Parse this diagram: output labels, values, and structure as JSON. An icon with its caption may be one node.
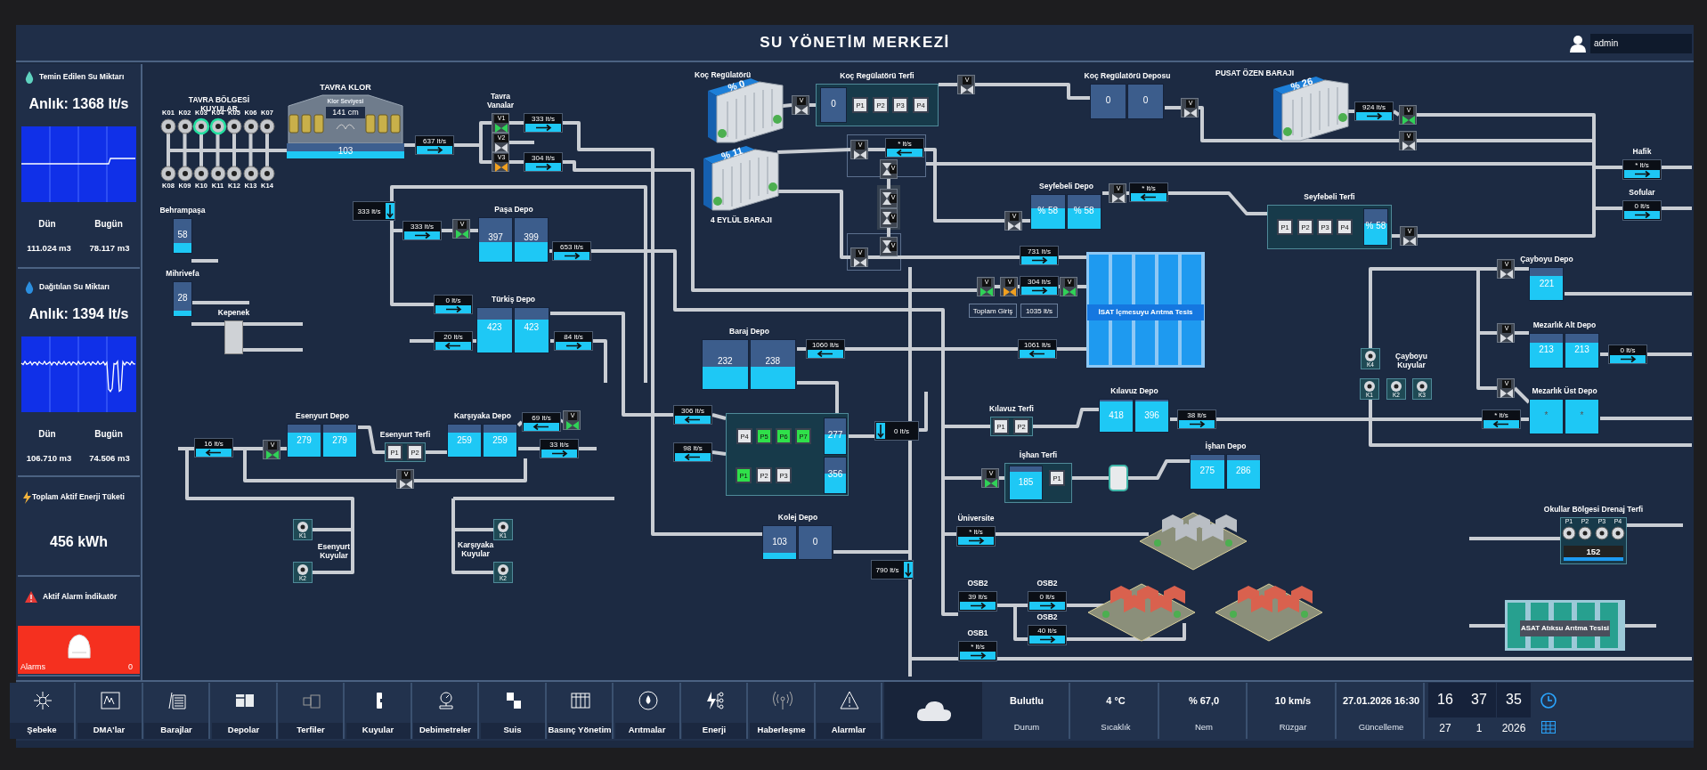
{
  "diagram": {
    "title": "SU YÖNETİM MERKEZİ",
    "nodes": [
      {
        "text": [
          "Temin Edilen Su Miktarı",
          "Anlık: 1368 lt/s",
          "Dün",
          "Bugün",
          "111.024 m3",
          "78.117 m3"
        ]
      },
      {
        "text": [
          "Dağıtılan Su Miktarı",
          "Anlık: 1394 lt/s",
          "Dün",
          "Bugün",
          "106.710 m3",
          "74.506 m3"
        ]
      },
      {
        "text": [
          "Toplam Aktif Enerji Tüketi",
          "456 kWh"
        ]
      },
      {
        "text": [
          "Aktif Alarm İndikatör"
        ]
      },
      {
        "text": [
          "Alarms",
          "0"
        ],
        "in": 3
      },
      {
        "text": [
          "admin"
        ]
      },
      {
        "text": [
          "Şebeke"
        ]
      },
      {
        "text": [
          "DMA'lar"
        ]
      },
      {
        "text": [
          "Barajlar"
        ]
      },
      {
        "text": [
          "Depolar"
        ]
      },
      {
        "text": [
          "Terfiler"
        ]
      },
      {
        "text": [
          "Kuyular"
        ]
      },
      {
        "text": [
          "Debimetreler"
        ]
      },
      {
        "text": [
          "Suis"
        ]
      },
      {
        "text": [
          "Basınç Yönetim"
        ]
      },
      {
        "text": [
          "Arıtmalar"
        ]
      },
      {
        "text": [
          "Enerji"
        ]
      },
      {
        "text": [
          "Haberleşme"
        ]
      },
      {
        "text": [
          "Alarmlar"
        ]
      },
      {
        "text": [
          "Bulutlu",
          "Durum"
        ]
      },
      {
        "text": [
          "4 °C",
          "Sıcaklık"
        ]
      },
      {
        "text": [
          "% 67,0",
          "Nem"
        ]
      },
      {
        "text": [
          "10 km/s",
          "Rüzgar"
        ]
      },
      {
        "text": [
          "27.01.2026 16:30",
          "Güncelleme"
        ]
      },
      {
        "text": [
          "16"
        ]
      },
      {
        "text": [
          "37"
        ]
      },
      {
        "text": [
          "35"
        ]
      },
      {
        "text": [
          "27"
        ]
      },
      {
        "text": [
          "1"
        ]
      },
      {
        "text": [
          "2026"
        ]
      },
      {
        "text": [
          "K01"
        ]
      },
      {
        "text": [
          "K02"
        ]
      },
      {
        "text": [
          "K03"
        ]
      },
      {
        "text": [
          "K04"
        ]
      },
      {
        "text": [
          "K05"
        ]
      },
      {
        "text": [
          "K06"
        ]
      },
      {
        "text": [
          "K07"
        ]
      },
      {
        "text": [
          "K08"
        ]
      },
      {
        "text": [
          "K09"
        ]
      },
      {
        "text": [
          "K10"
        ]
      },
      {
        "text": [
          "K11"
        ]
      },
      {
        "text": [
          "K12"
        ]
      },
      {
        "text": [
          "K13"
        ]
      },
      {
        "text": [
          "K14"
        ]
      },
      {
        "text": [
          "TAVRA KLOR",
          "Klor Seviyesi",
          "141 cm",
          "103"
        ]
      },
      {
        "text": [
          "637 lt/s"
        ]
      },
      {
        "text": [
          "V1"
        ]
      },
      {
        "text": [
          "V2"
        ]
      },
      {
        "text": [
          "V3"
        ]
      },
      {
        "text": [
          "333 lt/s"
        ]
      },
      {
        "text": [
          "304 lt/s"
        ]
      },
      {
        "text": [
          "333 lt/s"
        ]
      },
      {
        "text": [
          "333 lt/s"
        ]
      },
      {
        "text": [
          "V"
        ]
      },
      {
        "text": [
          "Paşa Depo"
        ]
      },
      {
        "text": [
          "397"
        ],
        "in": 54
      },
      {
        "text": [
          "399"
        ],
        "in": 54
      },
      {
        "text": [
          "653 lt/s"
        ]
      },
      {
        "text": [
          "Behrampaşa",
          "58"
        ]
      },
      {
        "text": [
          "Mihrivefa",
          "28"
        ]
      },
      {
        "text": [
          "Kepenek"
        ]
      },
      {
        "text": [
          "0 lt/s"
        ]
      },
      {
        "text": [
          "Türkiş Depo"
        ]
      },
      {
        "text": [
          "423"
        ],
        "in": 62
      },
      {
        "text": [
          "423"
        ],
        "in": 62
      },
      {
        "text": [
          "20 lt/s"
        ]
      },
      {
        "text": [
          "84 lt/s"
        ]
      },
      {
        "text": [
          "Koç Regülatörü",
          "% 0"
        ]
      },
      {
        "text": [
          "V"
        ]
      },
      {
        "text": [
          "Koç Regülatörü Terfi"
        ]
      },
      {
        "text": [
          "0"
        ],
        "in": 69
      },
      {
        "text": [
          "P1"
        ],
        "in": 69
      },
      {
        "text": [
          "P2"
        ],
        "in": 69
      },
      {
        "text": [
          "P3"
        ],
        "in": 69
      },
      {
        "text": [
          "P4"
        ],
        "in": 69
      },
      {
        "text": [
          "V"
        ]
      },
      {
        "text": [
          "Koç Regülatörü Deposu"
        ]
      },
      {
        "text": [
          "0"
        ],
        "in": 76
      },
      {
        "text": [
          "0"
        ],
        "in": 76
      },
      {
        "text": [
          "V"
        ]
      },
      {
        "text": [
          "PUSAT ÖZEN BARAJI",
          "% 26"
        ]
      },
      {
        "text": [
          "924 lt/s"
        ]
      },
      {
        "text": [
          "V"
        ]
      },
      {
        "text": [
          "V"
        ]
      },
      {
        "text": [
          "% 11",
          "4 EYLÜL BARAJI"
        ]
      },
      {
        "text": [
          "V"
        ]
      },
      {
        "text": [
          "* lt/s"
        ]
      },
      {
        "text": [
          "V"
        ]
      },
      {
        "text": [
          "V"
        ]
      },
      {
        "text": [
          "V"
        ]
      },
      {
        "text": [
          "V"
        ]
      },
      {
        "text": [
          "V"
        ]
      },
      {
        "text": [
          "V"
        ]
      },
      {
        "text": [
          "Seyfebeli Depo"
        ]
      },
      {
        "text": [
          "% 58"
        ],
        "in": 93
      },
      {
        "text": [
          "% 58"
        ],
        "in": 93
      },
      {
        "text": [
          "V"
        ]
      },
      {
        "text": [
          "* lt/s"
        ]
      },
      {
        "text": [
          "Seyfebeli Terfi"
        ]
      },
      {
        "text": [
          "P1"
        ],
        "in": 98
      },
      {
        "text": [
          "P2"
        ],
        "in": 98
      },
      {
        "text": [
          "P3"
        ],
        "in": 98
      },
      {
        "text": [
          "P4"
        ],
        "in": 98
      },
      {
        "text": [
          "% 58"
        ],
        "in": 98
      },
      {
        "text": [
          "V"
        ]
      },
      {
        "text": [
          "Hafik",
          "* lt/s"
        ]
      },
      {
        "text": [
          "Sofular",
          "0 lt/s"
        ]
      },
      {
        "text": [
          "731 lt/s"
        ]
      },
      {
        "text": [
          "V"
        ]
      },
      {
        "text": [
          "V"
        ]
      },
      {
        "text": [
          "304 lt/s"
        ]
      },
      {
        "text": [
          "V"
        ]
      },
      {
        "text": [
          "Toplam Giriş"
        ]
      },
      {
        "text": [
          "1035 lt/s"
        ]
      },
      {
        "text": [
          "İSAT İçmesuyu Arıtma Tesis"
        ]
      },
      {
        "text": [
          "Çayboyu Depo",
          "221"
        ]
      },
      {
        "text": [
          "V"
        ]
      },
      {
        "text": [
          "Mezarlık Alt Depo"
        ]
      },
      {
        "text": [
          "213"
        ],
        "in": 117
      },
      {
        "text": [
          "213"
        ],
        "in": 117
      },
      {
        "text": [
          "V"
        ]
      },
      {
        "text": [
          "0 lt/s"
        ]
      },
      {
        "text": [
          "K4"
        ]
      },
      {
        "text": [
          "K1"
        ]
      },
      {
        "text": [
          "K2"
        ]
      },
      {
        "text": [
          "K3"
        ]
      },
      {
        "text": [
          "Baraj Depo"
        ]
      },
      {
        "text": [
          "232"
        ],
        "in": 126
      },
      {
        "text": [
          "238"
        ],
        "in": 126
      },
      {
        "text": [
          "1060 lt/s"
        ]
      },
      {
        "text": [
          "1061 lt/s"
        ]
      },
      {
        "text": [
          "Kılavuz Depo"
        ]
      },
      {
        "text": [
          "418"
        ],
        "in": 131
      },
      {
        "text": [
          "396"
        ],
        "in": 131
      },
      {
        "text": [
          "38 lt/s"
        ]
      },
      {
        "text": [
          "Mezarlık Üst Depo"
        ]
      },
      {
        "text": [
          "*"
        ],
        "in": 135
      },
      {
        "text": [
          "*"
        ],
        "in": 135
      },
      {
        "text": [
          "V"
        ]
      },
      {
        "text": [
          "* lt/s"
        ]
      },
      {
        "text": [
          "306 lt/s"
        ]
      },
      {
        "text": [
          "98 lt/s"
        ]
      },
      {
        "text": [],
        "shape": "box"
      },
      {
        "text": [
          "P4"
        ],
        "in": 142
      },
      {
        "text": [
          "P5"
        ],
        "in": 142
      },
      {
        "text": [
          "P6"
        ],
        "in": 142
      },
      {
        "text": [
          "P7"
        ],
        "in": 142
      },
      {
        "text": [
          "277"
        ],
        "in": 142
      },
      {
        "text": [
          "P1"
        ],
        "in": 142
      },
      {
        "text": [
          "P2"
        ],
        "in": 142
      },
      {
        "text": [
          "P3"
        ],
        "in": 142
      },
      {
        "text": [
          "356"
        ],
        "in": 142
      },
      {
        "text": [
          "0 lt/s"
        ]
      },
      {
        "text": [
          "Kılavuz Terfi"
        ]
      },
      {
        "text": [
          "P1"
        ],
        "in": 153
      },
      {
        "text": [
          "P2"
        ],
        "in": 153
      },
      {
        "text": [
          "İşhan Terfi"
        ]
      },
      {
        "text": [
          "185"
        ],
        "in": 156
      },
      {
        "text": [
          "P1"
        ],
        "in": 156
      },
      {
        "text": [
          "V"
        ]
      },
      {
        "text": [
          "İşhan Depo"
        ]
      },
      {
        "text": [
          "275"
        ],
        "in": 160
      },
      {
        "text": [
          "286"
        ],
        "in": 160
      },
      {
        "text": [
          "790 lt/s"
        ]
      },
      {
        "text": [
          "Kolej Depo"
        ]
      },
      {
        "text": [
          "103"
        ],
        "in": 164
      },
      {
        "text": [
          "0"
        ],
        "in": 164
      },
      {
        "text": [
          "Üniversite",
          "* lt/s"
        ]
      },
      {
        "text": [
          "OSB2",
          "39 lt/s"
        ]
      },
      {
        "text": [
          "OSB2",
          "0 lt/s"
        ]
      },
      {
        "text": [
          "OSB2",
          "40 lt/s"
        ]
      },
      {
        "text": [
          "OSB1",
          "* lt/s"
        ]
      },
      {
        "text": [
          "Okullar Bölgesi Drenaj Terfi"
        ]
      },
      {
        "text": [
          "P1"
        ],
        "in": 172
      },
      {
        "text": [
          "P2"
        ],
        "in": 172
      },
      {
        "text": [
          "P3"
        ],
        "in": 172
      },
      {
        "text": [
          "P4"
        ],
        "in": 172
      },
      {
        "text": [
          "152"
        ],
        "in": 172
      },
      {
        "text": [
          "ASAT Atıksu Arıtma Tesisi"
        ]
      },
      {
        "text": [
          "Esenyurt Depo"
        ]
      },
      {
        "text": [
          "279"
        ],
        "in": 179
      },
      {
        "text": [
          "279"
        ],
        "in": 179
      },
      {
        "text": [
          "16 lt/s"
        ]
      },
      {
        "text": [
          "V"
        ]
      },
      {
        "text": [
          "Esenyurt Terfi"
        ]
      },
      {
        "text": [
          "P1"
        ],
        "in": 184
      },
      {
        "text": [
          "P2"
        ],
        "in": 184
      },
      {
        "text": [
          "Karşıyaka Depo"
        ]
      },
      {
        "text": [
          "259"
        ],
        "in": 187
      },
      {
        "text": [
          "259"
        ],
        "in": 187
      },
      {
        "text": [
          "69 lt/s"
        ]
      },
      {
        "text": [
          "V"
        ]
      },
      {
        "text": [
          "33 lt/s"
        ]
      },
      {
        "text": [
          "V"
        ]
      },
      {
        "text": [
          "K1"
        ]
      },
      {
        "text": [
          "K2"
        ]
      },
      {
        "text": [
          "K1"
        ]
      },
      {
        "text": [
          "K2"
        ]
      }
    ],
    "labels": [
      "TAVRA BÖLGESİ KUYULAR",
      "Tavra Vanalar",
      "Çayboyu Kuyular",
      "Esenyurt Kuyular",
      "Karşıyaka Kuyular"
    ]
  }
}
